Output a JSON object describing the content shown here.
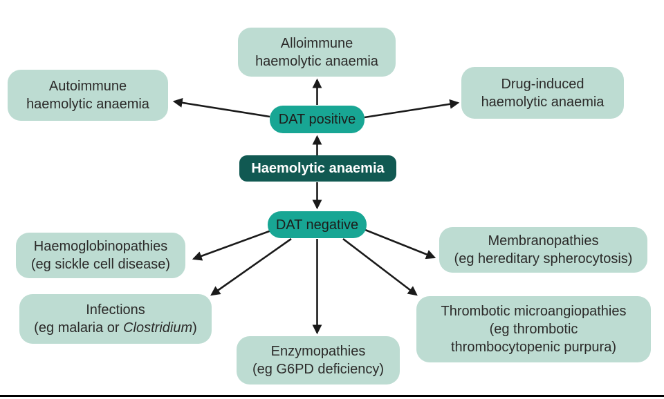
{
  "nodes": {
    "root": {
      "label": "Haemolytic anaemia"
    },
    "dat_positive": {
      "label": "DAT positive"
    },
    "dat_negative": {
      "label": "DAT negative"
    },
    "alloimmune": {
      "line1": "Alloimmune",
      "line2": "haemolytic anaemia"
    },
    "autoimmune": {
      "line1": "Autoimmune",
      "line2": "haemolytic anaemia"
    },
    "drug_induced": {
      "line1": "Drug-induced",
      "line2": "haemolytic anaemia"
    },
    "haemoglobinopathies": {
      "line1": "Haemoglobinopathies",
      "line2": "(eg sickle cell disease)"
    },
    "membranopathies": {
      "line1": "Membranopathies",
      "line2": "(eg hereditary spherocytosis)"
    },
    "infections": {
      "line1": "Infections",
      "line2_prefix": "(eg malaria or ",
      "line2_italic": "Clostridium",
      "line2_suffix": ")"
    },
    "enzymopathies": {
      "line1": "Enzymopathies",
      "line2": "(eg G6PD deficiency)"
    },
    "thrombotic": {
      "line1": "Thrombotic microangiopathies",
      "line2": "(eg thrombotic",
      "line3": "thrombocytopenic purpura)"
    }
  },
  "edges": [
    {
      "from": "root",
      "to": "dat_positive"
    },
    {
      "from": "dat_positive",
      "to": "alloimmune"
    },
    {
      "from": "dat_positive",
      "to": "autoimmune"
    },
    {
      "from": "dat_positive",
      "to": "drug_induced"
    },
    {
      "from": "root",
      "to": "dat_negative"
    },
    {
      "from": "dat_negative",
      "to": "haemoglobinopathies"
    },
    {
      "from": "dat_negative",
      "to": "infections"
    },
    {
      "from": "dat_negative",
      "to": "enzymopathies"
    },
    {
      "from": "dat_negative",
      "to": "thrombotic"
    },
    {
      "from": "dat_negative",
      "to": "membranopathies"
    }
  ],
  "colors": {
    "root_bg": "#115952",
    "root_text": "#ffffff",
    "dat_bg": "#18a694",
    "dat_text": "#1d1d1b",
    "leaf_bg": "#bddcd2",
    "leaf_text": "#2b2a29",
    "arrow": "#1a1a1a",
    "bottom_rule": "#000000",
    "background": "#ffffff"
  }
}
